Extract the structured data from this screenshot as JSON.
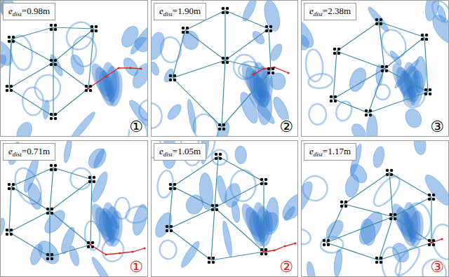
{
  "diagram": {
    "labels": [
      "e",
      "dist",
      "=0.98m",
      "e",
      "dist",
      "=1.90m",
      "e",
      "dist",
      "=2.38m",
      "e",
      "dist",
      "=0.71m",
      "e",
      "dist",
      "=1.05m",
      "e",
      "dist",
      "=1.17m",
      "①",
      "②",
      "③",
      "①",
      "②",
      "③"
    ]
  }
}
